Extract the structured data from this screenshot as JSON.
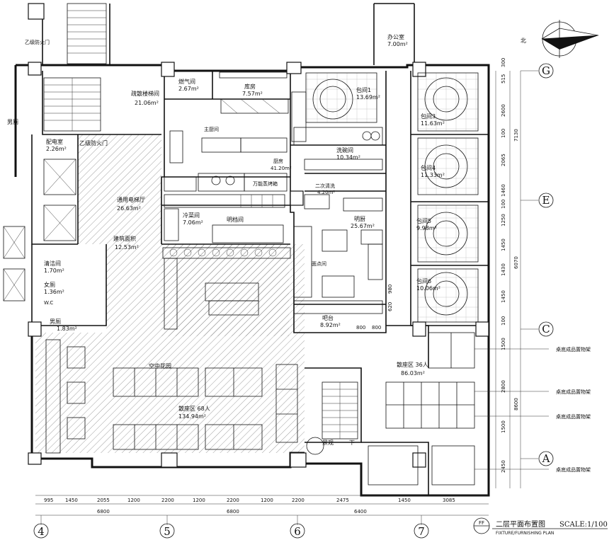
{
  "rooms": {
    "stair_exit": "疏散楼梯间",
    "stair_exit_area": "21.06m²",
    "gas_room": "燃气间",
    "gas_area": "2.67m²",
    "storage": "库房",
    "storage_area": "7.57m²",
    "main_kitchen": "主厨间",
    "kitchen": "厨房",
    "kitchen_area": "41.20m²",
    "power_room": "配电室",
    "power_area": "2.26m²",
    "fire_door_a": "乙级防火门",
    "fire_door_b": "乙级防火门",
    "elevator_hall": "通用电梯厅",
    "elevator_area": "26.63m²",
    "building_area": "建筑面积",
    "building_area_val": "12.53m²",
    "cold_room": "冷菜间",
    "cold_area": "7.06m²",
    "pass_room": "明档间",
    "universal_steamer": "万能蒸烤箱",
    "dish_wash": "洗碗间",
    "dish_wash_area": "10.34m²",
    "second_wash": "二次清洗",
    "second_wash_area": "4.20m²",
    "open_kitchen": "明厨",
    "open_kitchen_area": "25.67m²",
    "noodle": "面点间",
    "bar": "吧台",
    "bar_area": "8.92m²",
    "cleaning": "清洁间",
    "cleaning_area": "1.70m²",
    "female_wc": "女厕",
    "female_wc_area": "1.36m²",
    "male_wc": "男厕",
    "male_wc_area": "1.83m²",
    "male_wc_left": "男厕",
    "wc_label": "W.C",
    "office": "办公室",
    "office_area": "7.00m²",
    "private1": "包间1",
    "private1_area": "13.69m²",
    "private3": "包间3",
    "private3_area": "11.63m²",
    "private4": "包间4",
    "private4_area": "11.33m²",
    "private5": "包间5",
    "private5_area": "9.98m²",
    "private6": "包间6",
    "private6_area": "10.06m²",
    "dining_hall": "散座区 36人",
    "dining_hall_area": "86.03m²",
    "main_dining": "散座区 68人",
    "main_dining_area": "134.94m²",
    "garden": "空中花园",
    "scenery": "景观",
    "stair_down": "下"
  },
  "annotations": {
    "shelf_note_1": "桌底成品置物架",
    "shelf_note_2": "桌底成品置物架",
    "shelf_note_3": "桌底成品置物架",
    "shelf_note_4": "桌底成品置物架",
    "north": "北"
  },
  "dims_bottom": [
    "995",
    "1450",
    "2055",
    "1200",
    "2200",
    "1200",
    "2200",
    "1200",
    "2200",
    "2475",
    "1450",
    "3085"
  ],
  "dims_bottom_total": [
    "6800",
    "6800",
    "6400"
  ],
  "dims_right": [
    "300",
    "515",
    "2600",
    "100",
    "2065",
    "1460",
    "100",
    "1250",
    "1450",
    "1430",
    "1450",
    "100",
    "1500",
    "2800",
    "1500",
    "2450"
  ],
  "dims_right_total": [
    "7130",
    "6070",
    "8600"
  ],
  "dims_inner": [
    "620",
    "980",
    "800",
    "800"
  ],
  "grid": {
    "bottom": [
      "4",
      "5",
      "6",
      "7"
    ],
    "right": [
      "G",
      "E",
      "C",
      "A"
    ]
  },
  "title": {
    "badge": "FF",
    "main": "二层平面布置图",
    "scale": "SCALE:1/100",
    "sub": "FIXTURE/FURNISHING PLAN"
  }
}
